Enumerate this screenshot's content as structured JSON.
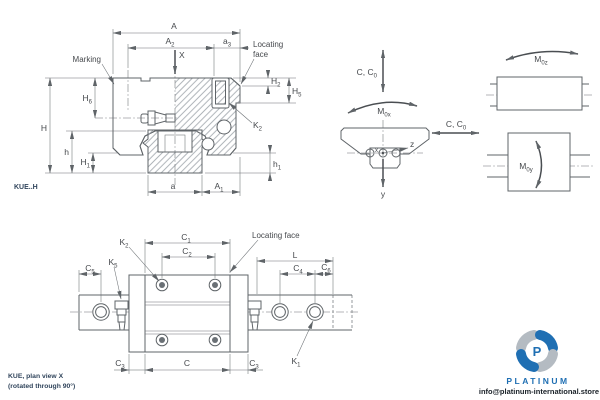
{
  "colors": {
    "line": "#5f6468",
    "text": "#46494d",
    "navy_label": "#31455c",
    "brand_blue": "#1f6fb3",
    "brand_gray": "#b4bbc2",
    "email_text": "#1a2128"
  },
  "section_view": {
    "code": "KUE..H",
    "marking_label": "Marking",
    "locating_face_line1": "Locating",
    "locating_face_line2": "face",
    "axis_x": "X",
    "dims": {
      "A": {
        "b": "A",
        "s": ""
      },
      "A2": {
        "b": "A",
        "s": "2"
      },
      "a3": {
        "b": "a",
        "s": "3"
      },
      "H6": {
        "b": "H",
        "s": "6"
      },
      "H": {
        "b": "H",
        "s": ""
      },
      "h": {
        "b": "h",
        "s": ""
      },
      "H1": {
        "b": "H",
        "s": "1"
      },
      "H2": {
        "b": "H",
        "s": "2"
      },
      "H5": {
        "b": "H",
        "s": "5"
      },
      "K2": {
        "b": "K",
        "s": "2"
      },
      "h1": {
        "b": "h",
        "s": "1"
      },
      "a": {
        "b": "a",
        "s": ""
      },
      "A1": {
        "b": "A",
        "s": "1"
      }
    }
  },
  "load_diagrams": {
    "load_vertical": {
      "b": "C, C",
      "s": "0"
    },
    "load_horizontal": {
      "b": "C, C",
      "s": "0"
    },
    "moment_x": {
      "b": "M",
      "s": "0x"
    },
    "moment_z": {
      "b": "M",
      "s": "0z"
    },
    "moment_y": {
      "b": "M",
      "s": "0y"
    },
    "axis_z": "z",
    "axis_y": "y",
    "axis_x": "x"
  },
  "plan_view": {
    "caption_line1": "KUE, plan view X",
    "caption_line2": "(rotated through 90°)",
    "locating_face_label": "Locating face",
    "dims": {
      "C1": {
        "b": "C",
        "s": "1"
      },
      "C2": {
        "b": "C",
        "s": "2"
      },
      "K2": {
        "b": "K",
        "s": "2"
      },
      "C5": {
        "b": "C",
        "s": "5"
      },
      "K5": {
        "b": "K",
        "s": "5"
      },
      "L": {
        "b": "L",
        "s": ""
      },
      "C4": {
        "b": "C",
        "s": "4"
      },
      "C6": {
        "b": "C",
        "s": "6"
      },
      "C3_left": {
        "b": "C",
        "s": "3"
      },
      "C": {
        "b": "C",
        "s": ""
      },
      "C3_right": {
        "b": "C",
        "s": "3"
      },
      "K1": {
        "b": "K",
        "s": "1"
      }
    }
  },
  "branding": {
    "monogram": "P",
    "logo_text": "PLATINUM",
    "email": "info@platinum-international.store"
  }
}
